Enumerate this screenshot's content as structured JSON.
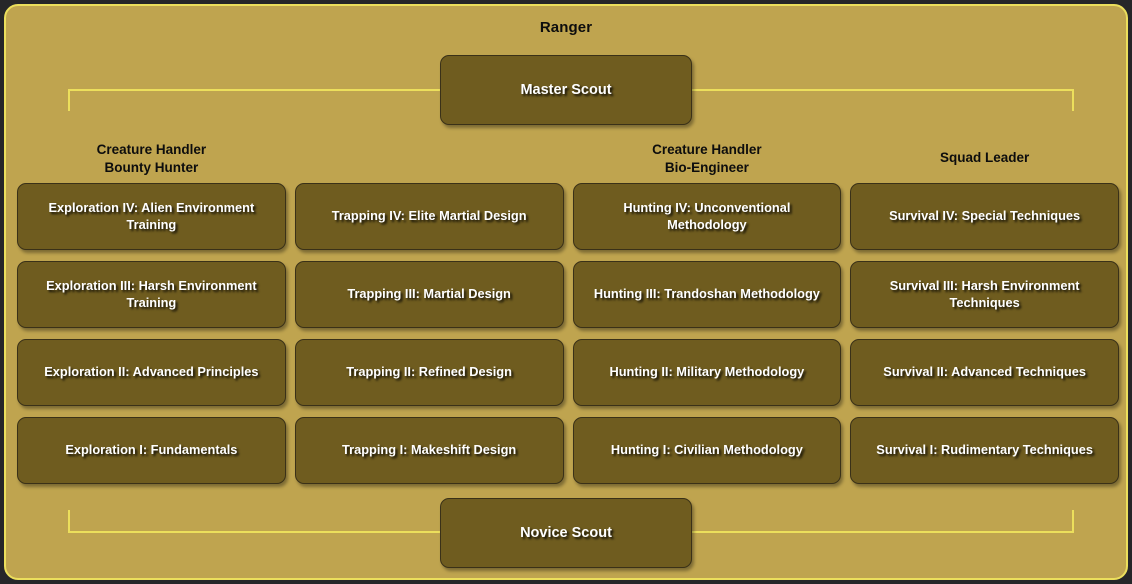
{
  "profession": {
    "title": "Ranger"
  },
  "master_box": {
    "label": "Master Scout"
  },
  "novice_box": {
    "label": "Novice Scout"
  },
  "columns": [
    {
      "header_lines": [
        "Creature Handler",
        "Bounty Hunter"
      ],
      "skills": [
        {
          "label": "Exploration IV: Alien Environment Training"
        },
        {
          "label": "Exploration III: Harsh Environment Training"
        },
        {
          "label": "Exploration II: Advanced Principles"
        },
        {
          "label": "Exploration I: Fundamentals"
        }
      ]
    },
    {
      "header_lines": [
        "",
        ""
      ],
      "skills": [
        {
          "label": "Trapping IV: Elite Martial Design"
        },
        {
          "label": "Trapping III: Martial Design"
        },
        {
          "label": "Trapping II: Refined Design"
        },
        {
          "label": "Trapping I: Makeshift Design"
        }
      ]
    },
    {
      "header_lines": [
        "Creature Handler",
        "Bio-Engineer"
      ],
      "skills": [
        {
          "label": "Hunting IV: Unconventional Methodology"
        },
        {
          "label": "Hunting III: Trandoshan Methodology"
        },
        {
          "label": "Hunting II: Military Methodology"
        },
        {
          "label": "Hunting I: Civilian Methodology"
        }
      ]
    },
    {
      "header_lines": [
        "Squad Leader",
        ""
      ],
      "skills": [
        {
          "label": "Survival IV: Special Techniques"
        },
        {
          "label": "Survival III: Harsh Environment Techniques"
        },
        {
          "label": "Survival II: Advanced Techniques"
        },
        {
          "label": "Survival I: Rudimentary Techniques"
        }
      ]
    }
  ],
  "colors": {
    "page_background": "#262629",
    "panel_background": "#bfa44f",
    "panel_border": "#ecdf5c",
    "box_fill": "#6f5c1f",
    "box_border": "#3a3118",
    "connector": "#ecdf5c",
    "box_text": "#ffffff",
    "header_text": "#0d0d0d"
  }
}
